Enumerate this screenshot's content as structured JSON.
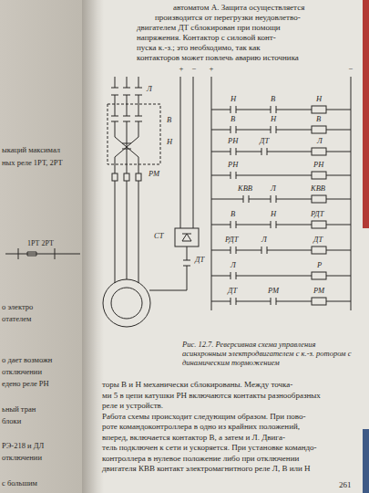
{
  "diagram": {
    "caption": "Рис. 12.7. Реверсивная схема управления асинхронным электродвигателем с к.-з. ротором с динамическим торможением",
    "labels": [
      "автоматом А. Защита осуществляется",
      "производится от перегрузки неудовлетво-",
      "двигателем ДТ сблокирован при помощи",
      "напряжения. Контактор с силовой конт-",
      "пуска к.-з.; это необходимо, так как",
      "контакторов может повлечь аварию источника",
      "ыкаций максимал",
      "ных реле 1РТ, 2РТ",
      "1РТ 2РТ",
      "о электро",
      "отателем",
      "о дает возможн",
      "отключении",
      "едено реле РН",
      "ьный тран",
      "блоки",
      "РЭ-218 и ДЛ",
      "отключении",
      "с большим",
      "+",
      "−",
      "Л",
      "В",
      "Н",
      "РМ",
      "СТ",
      "ДТ",
      "+",
      "−",
      "Н",
      "В",
      "Н",
      "В",
      "Н",
      "В",
      "РН",
      "ДТ",
      "Л",
      "РН",
      "РН",
      "КВВ",
      "Л",
      "КВВ",
      "В",
      "Н",
      "РДТ",
      "РДТ",
      "Л",
      "ДТ",
      "Л",
      "Р",
      "ДТ",
      "РМ",
      "РМ",
      "торы В и Н механически сблокированы. Между точка-",
      "ми 5 в цепи катушки РН включаются контакты разнообразных",
      "реле и устройств.",
      "Работа схемы происходит следующим образом. При пово-",
      "роте командоконтроллера в одно из крайних положений,",
      "вперед, включается контактор В, а затем и Л. Двига-",
      "тель подключен к сети и ускоряется. При установке командо-",
      "контроллера в нулевое положение либо при отключении",
      "двигателя КВВ контакт электромагнитного реле Л, В или Н",
      "261"
    ]
  }
}
